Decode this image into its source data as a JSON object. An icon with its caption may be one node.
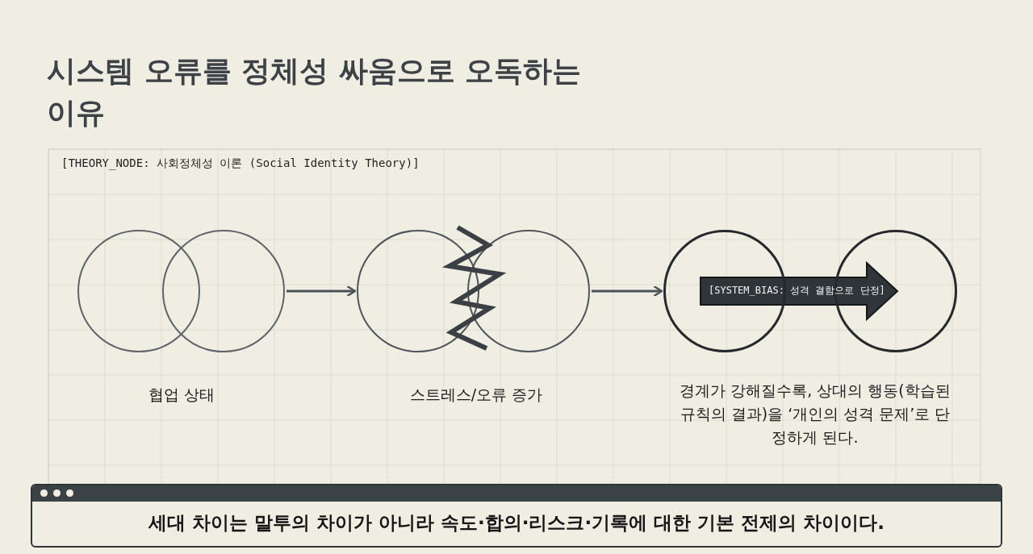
{
  "diagram": {
    "title": "시스템 오류를 정체성 싸움으로 오독하는 이유",
    "nodes": [
      {
        "text": [],
        "shape": "circle"
      },
      {
        "text": [],
        "shape": "circle"
      },
      {
        "text": [],
        "shape": "circle"
      },
      {
        "text": [],
        "shape": "circle"
      },
      {
        "text": [],
        "shape": "circle"
      },
      {
        "text": [],
        "shape": "circle"
      },
      {
        "text": [
          "세대 차이는 말투의 차이가 아니라 속도·합의·리스크·기록에 대한 기본 전제의 차이이다."
        ]
      }
    ],
    "edges": [
      {
        "from": 1,
        "to": 2,
        "arrow": "to"
      },
      {
        "from": 3,
        "to": 4,
        "arrow": "to"
      },
      {
        "from": 4,
        "to": 5,
        "arrow": "to",
        "label": "[SYSTEM_BIAS: 성격 결함으로 단정]",
        "style": "thick"
      }
    ],
    "labels": [
      "[THEORY_NODE: 사회정체성 이론 (Social Identity Theory)]",
      "협업 상태",
      "스트레스/오류 증가",
      "경계가 강해질수록, 상대의 행동(학습된 규칙의 결과)을 ‘개인의 성격 문제’로 단정하게 된다."
    ]
  }
}
